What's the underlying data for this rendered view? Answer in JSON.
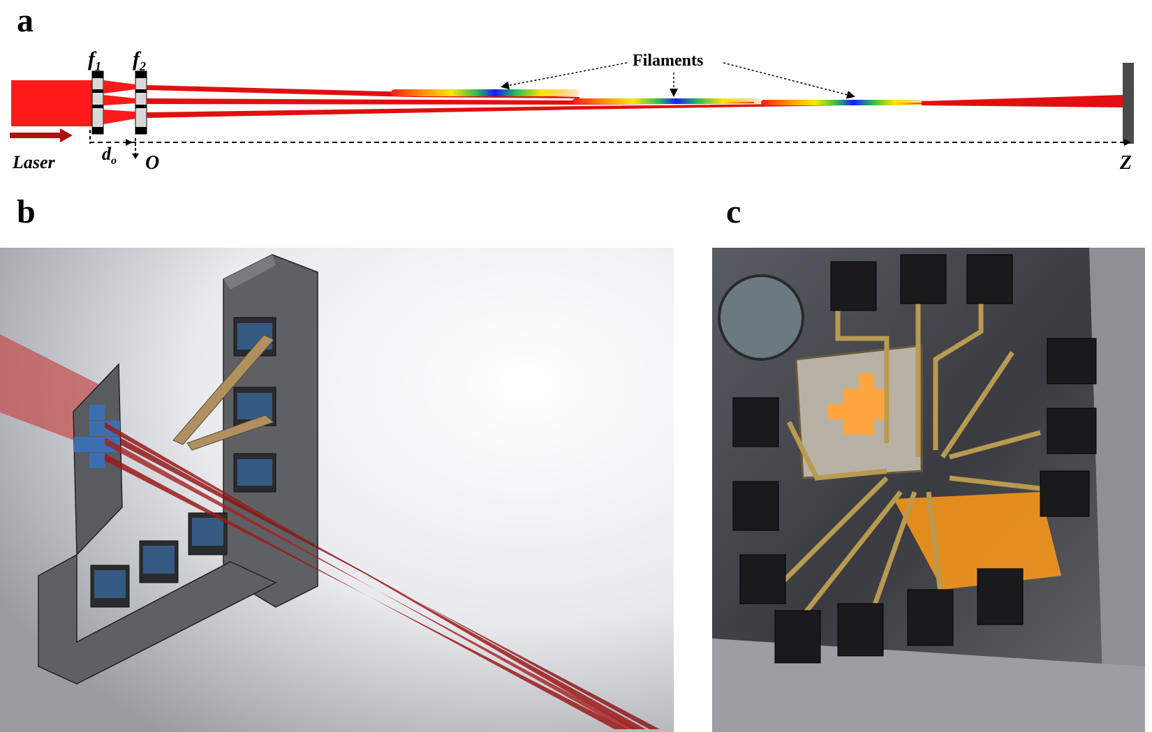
{
  "panels": {
    "a": {
      "letter": "a",
      "labels": {
        "f1": "f",
        "f1_sub": "1",
        "f2": "f",
        "f2_sub": "2",
        "filaments": "Filaments",
        "laser": "Laser",
        "d0": "d",
        "d0_sub": "o",
        "origin": "O",
        "z": "Z"
      }
    },
    "b": {
      "letter": "b"
    },
    "c": {
      "letter": "c"
    }
  },
  "colors": {
    "laser_red": "#ff1a1a",
    "beam_red": "#e01010",
    "filament_blue": "#1a1aff",
    "filament_yellow": "#ffe600",
    "screen_gray": "#4a4a4a",
    "arrow_darkred": "#b01010",
    "render_plate": "#5f6063",
    "render_beam": "#9c1a1a",
    "photo_bg": "#2c2c30"
  }
}
